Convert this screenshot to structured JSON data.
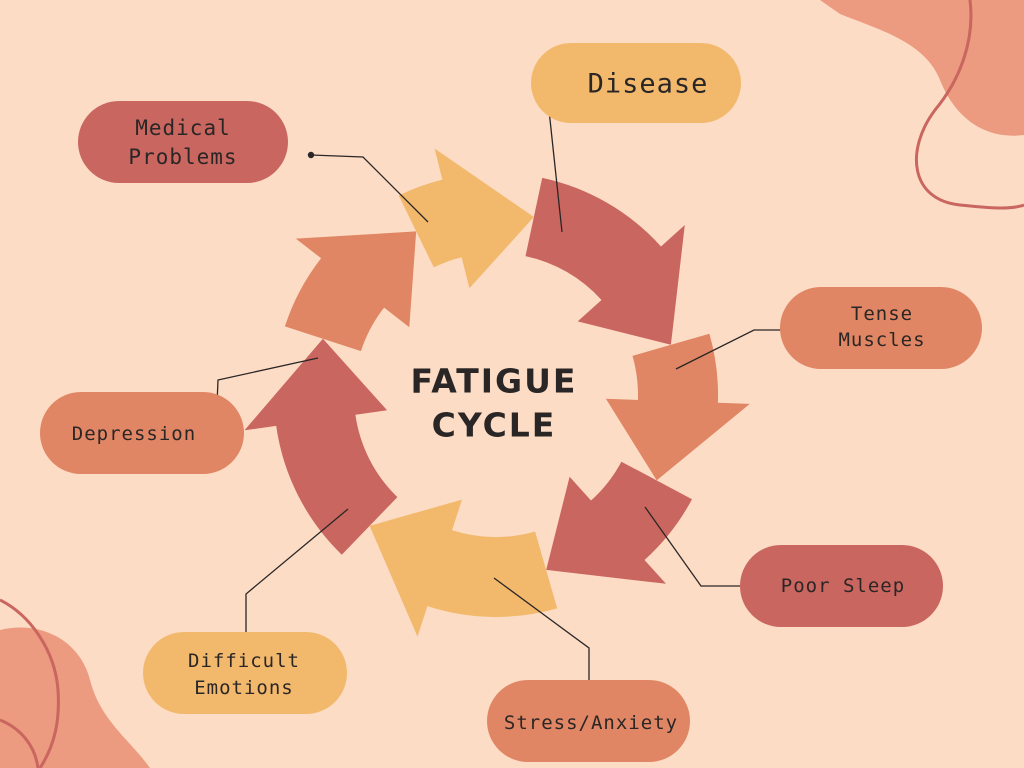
{
  "title_lines": [
    "FATIGUE",
    "CYCLE"
  ],
  "colors": {
    "background": "#fddcc5",
    "red": "#c9665f",
    "orange": "#e08664",
    "yellow": "#f2b96d",
    "blob": "#ec9a80",
    "blob_line": "#c9665f",
    "text": "#2a2626"
  },
  "labels": [
    {
      "id": "disease",
      "lines": [
        "Disease"
      ],
      "fill": "#f2b96d"
    },
    {
      "id": "medical-problems",
      "lines": [
        "Medical",
        "Problems"
      ],
      "fill": "#c9665f"
    },
    {
      "id": "tense-muscles",
      "lines": [
        "Tense",
        "Muscles"
      ],
      "fill": "#e08664"
    },
    {
      "id": "depression",
      "lines": [
        "Depression"
      ],
      "fill": "#e08664"
    },
    {
      "id": "poor-sleep",
      "lines": [
        "Poor Sleep"
      ],
      "fill": "#c9665f"
    },
    {
      "id": "difficult-emotions",
      "lines": [
        "Difficult",
        "Emotions"
      ],
      "fill": "#f2b96d"
    },
    {
      "id": "stress-anxiety",
      "lines": [
        "Stress/Anxiety"
      ],
      "fill": "#e08664"
    }
  ]
}
